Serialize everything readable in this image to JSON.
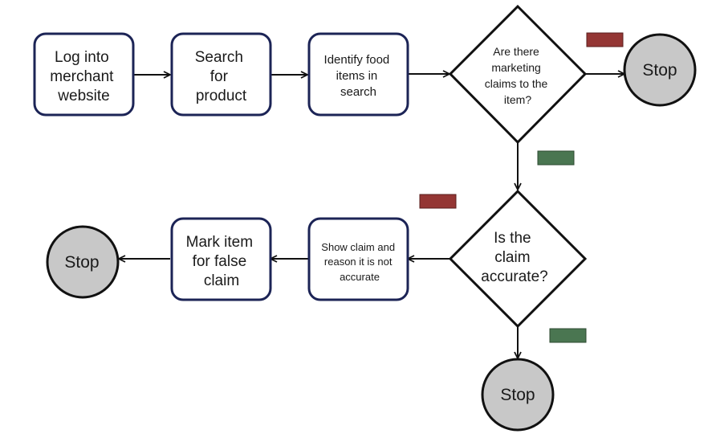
{
  "colors": {
    "box_border": "#1c2456",
    "diamond_border": "#111111",
    "stop_fill": "#c8c8c8",
    "stop_border": "#111111",
    "arrow": "#111111",
    "tag_red": "#943634",
    "tag_green": "#4a7651"
  },
  "nodes": {
    "log_into_website": [
      "Log into",
      "merchant",
      "website"
    ],
    "search_for_product": [
      "Search",
      "for",
      "product"
    ],
    "identify_food_items": [
      "Identify food",
      "items in",
      "search"
    ],
    "marketing_claims_question": [
      "Are there",
      "marketing",
      "claims to the",
      "item?"
    ],
    "stop_top": "Stop",
    "claim_accurate_question": [
      "Is the",
      "claim",
      "accurate?"
    ],
    "show_claim_reason": [
      "Show claim and",
      "reason it is not",
      "accurate"
    ],
    "mark_item_false": [
      "Mark item",
      "for false",
      "claim"
    ],
    "stop_left": "Stop",
    "stop_bottom": "Stop"
  },
  "tags": {
    "no_marketing_claims": "red",
    "yes_marketing_claims": "green",
    "not_accurate": "red",
    "accurate": "green"
  }
}
